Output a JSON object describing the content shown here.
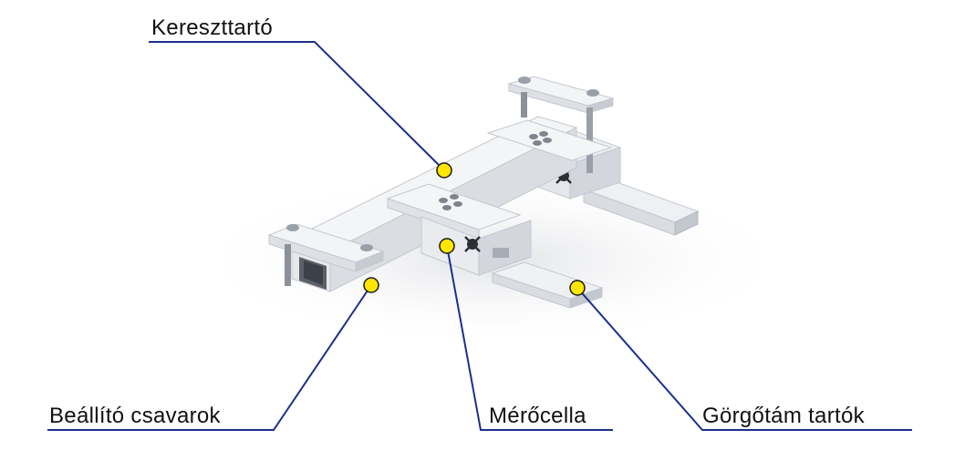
{
  "labels": {
    "cross_beam": "Kereszttartó",
    "adjusting_screws": "Beállító csavarok",
    "load_cell": "Mérőcella",
    "roller_support_holders": "Görgőtám tartók"
  },
  "colors": {
    "leader_line": "#1a2f8c",
    "marker_fill": "#ffe600",
    "marker_stroke": "#1a1a1a",
    "steel_light": "#f2f3f5",
    "steel_mid": "#dfe2e7",
    "steel_dark": "#b9bec6"
  }
}
